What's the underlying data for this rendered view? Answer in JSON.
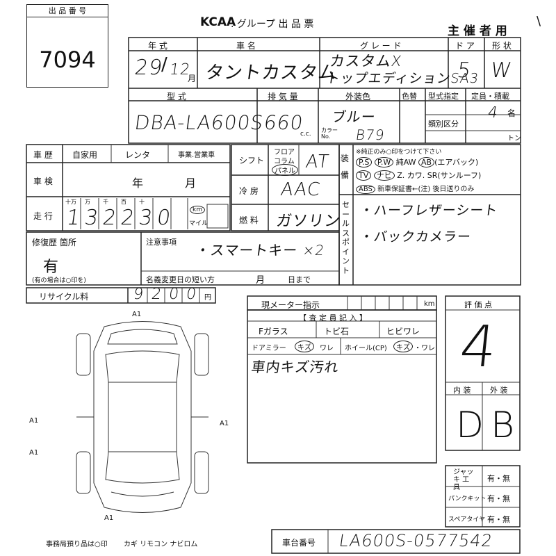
{
  "header": {
    "lot_label": "出 品 番 号",
    "lot_number": "7094",
    "org": "KCAA",
    "title_suffix": ". グループ 出 品 票",
    "organizer": "主 催 者 用",
    "corner_mark": "\\"
  },
  "row1": {
    "year_label": "年 式",
    "car_label": "車 名",
    "grade_label": "グ レ ー ド",
    "door_label": "ド ア",
    "shape_label": "形 状",
    "year_value": "29",
    "month_value": "12",
    "month_suffix": "月",
    "car_value": "タントカスタム",
    "grade_value_1": "カスタムX",
    "grade_value_2": "トップエディションSA3",
    "door_value": "5",
    "shape_value": "W"
  },
  "row2": {
    "model_label": "型 式",
    "displacement_label": "排 気 量",
    "ext_color_label": "外装色",
    "color_change_label": "色替",
    "type_spec_label": "型式指定",
    "capacity_label": "定員・積載",
    "category_label": "類別区分",
    "model_value": "DBA-LA600S",
    "displacement_value": "660",
    "cc_unit": "c.c.",
    "color_value": "ブルー",
    "color_no_label": "カラー No.",
    "color_no_value": "B79",
    "capacity_value": "4",
    "capacity_unit": "名",
    "ton_unit": "トン"
  },
  "left_mid": {
    "history_label": "車 歴",
    "private_use": "自家用",
    "rental": "レンタ",
    "business": "事業.営業車",
    "inspection_label": "車 検",
    "year_unit": "年",
    "month_unit": "月",
    "mileage_label": "走 行",
    "digit_labels": [
      "十万",
      "万",
      "千",
      "百",
      "十",
      ""
    ],
    "mileage_digits": [
      "1",
      "3",
      "2",
      "2",
      "3",
      "0"
    ],
    "km_label": "km",
    "mile_label": "マイル"
  },
  "shift": {
    "shift_label": "シフト",
    "floor": "フロア",
    "column": "コラム",
    "panel": "パネル",
    "shift_value": "AT",
    "ac_label": "冷 房",
    "ac_value": "AAC",
    "fuel_label": "燃 料",
    "fuel_value": "ガソリン"
  },
  "equipment": {
    "side_label": "装 備",
    "note": "※純正のみ○印をつけて下さい",
    "line1": [
      "P.S",
      "P.W",
      "純AW",
      "AB",
      "(エアバック)"
    ],
    "line2": [
      "TV",
      "ナビ",
      "Z.",
      "カワ.",
      "SR(サンルーフ)"
    ],
    "line3": [
      "ABS",
      "新車保証書←(注) 後日送りのみ"
    ]
  },
  "sales_point": {
    "side_label": "セールスポイント",
    "item1": "・ハーフレザーシート",
    "item2": "・バックカメラー"
  },
  "repair": {
    "label": "修復歴 箇所",
    "value": "有",
    "note": "(有の場合は○印を)",
    "notes_label": "注意事項",
    "notes_value": "・スマートキー ×2",
    "name_change_label": "名義変更日の短い方",
    "month_label": "月",
    "day_label": "日まで"
  },
  "recycle": {
    "label": "リサイクル料",
    "digits": [
      "9",
      "2",
      "0",
      "0"
    ],
    "unit": "円"
  },
  "meter": {
    "label": "現メーター指示",
    "km": "km"
  },
  "inspection": {
    "title": "【 査 定 員 記 入 】",
    "row1": [
      "Fガラス",
      "トビ",
      "石",
      "ヒビワレ"
    ],
    "row2": [
      "ドアミラー",
      "キズ",
      "ワレ",
      "ホイール(CP)",
      "キズ",
      "・ワレ"
    ],
    "handwritten": "車内キズ汚れ"
  },
  "grade": {
    "label": "評 価 点",
    "value": "4",
    "interior_label": "内 装",
    "exterior_label": "外 装",
    "interior_value": "D",
    "exterior_value": "B"
  },
  "tools": {
    "jack_label": "ジャッキ 工 具",
    "puncture_label": "パンクキット",
    "spare_label": "スペアタイヤ",
    "yes_no": "有・無"
  },
  "diagram": {
    "marks": [
      "A1",
      "A1",
      "A1",
      "A1",
      "A1"
    ]
  },
  "footer": {
    "office_note": "事務局預り品は○印",
    "items": "カギ リモコン ナビロム",
    "chassis_label": "車台番号",
    "chassis_value": "LA600S-0577542"
  }
}
